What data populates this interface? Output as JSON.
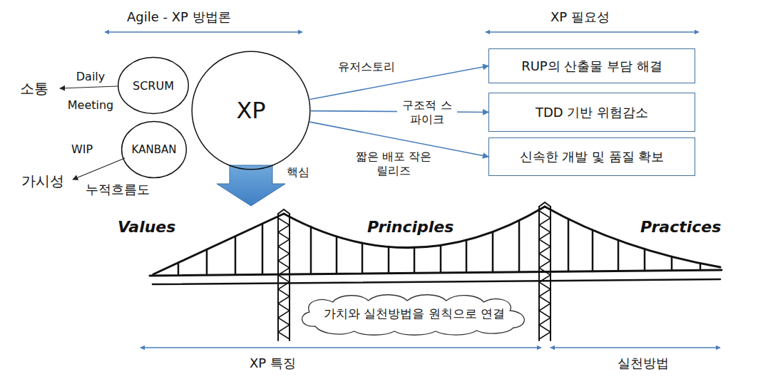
{
  "diagram": {
    "nodes": [
      {
        "text": [
          "SCRUM"
        ]
      },
      {
        "text": [
          "KANBAN"
        ]
      },
      {
        "text": [
          "XP"
        ]
      },
      {
        "text": [
          "RUP의 산출물 부담 해결"
        ]
      },
      {
        "text": [
          "TDD 기반 위험감소"
        ]
      },
      {
        "text": [
          "신속한 개발 및 품질 확보"
        ]
      },
      {
        "text": [
          "가치와 실천방법을 원칙으로 연결"
        ]
      }
    ],
    "edges": [
      {
        "from": 2,
        "to": 3,
        "label": "유저스토리",
        "arrow": "to"
      },
      {
        "from": 2,
        "to": 4,
        "label": "구조적 스파이크",
        "arrow": "to"
      },
      {
        "from": 2,
        "to": 5,
        "label": "짧은 배포 작은 릴리즈",
        "arrow": "to"
      }
    ],
    "labels": [
      "Agile - XP 방법론",
      "XP 필요성",
      "Daily Meeting",
      "소통",
      "WIP",
      "가시성",
      "누적흐름도",
      "핵심",
      "Values",
      "Principles",
      "Practices",
      "XP 특징",
      "실천방법"
    ]
  }
}
